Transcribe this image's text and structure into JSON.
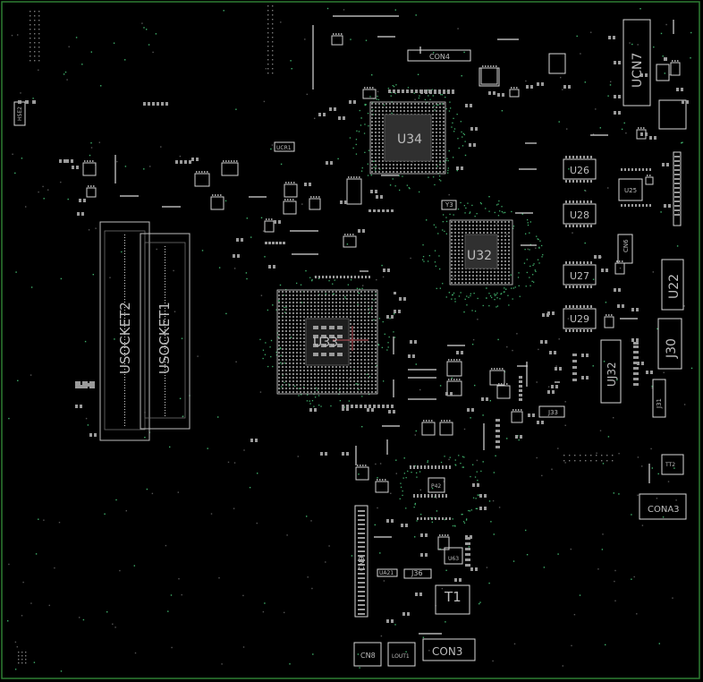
{
  "board": {
    "outline_color": "#2e7d32",
    "trace_color": "#d8d8d8",
    "pad_color": "#9a9a9a",
    "via_color": "#3fae6a",
    "accent_color": "#c0505a"
  },
  "labels": {
    "u34": "U34",
    "u32": "U32",
    "u33": "U33",
    "u26": "U26",
    "u28": "U28",
    "u27": "U27",
    "u29": "U29",
    "u25": "U25",
    "u22": "U22",
    "ucn7": "UCN7",
    "uj32": "UJ32",
    "j30": "J30",
    "j31": "J31",
    "j33": "J33",
    "j36": "J36",
    "con4": "CON4",
    "con3": "CON3",
    "cona3": "CONA3",
    "cn8": "CN8",
    "cn9": "CN9",
    "cn6": "CN6",
    "lout1": "LOUT1",
    "t1": "T1",
    "usocket1": "USOCKET1",
    "usocket2": "USOCKET2",
    "y3": "Y3",
    "hse2": "HSE2",
    "ucr1": "UCR1",
    "u63": "U63",
    "ua21": "UA21",
    "p42": "P42",
    "tt2": "TT2"
  }
}
